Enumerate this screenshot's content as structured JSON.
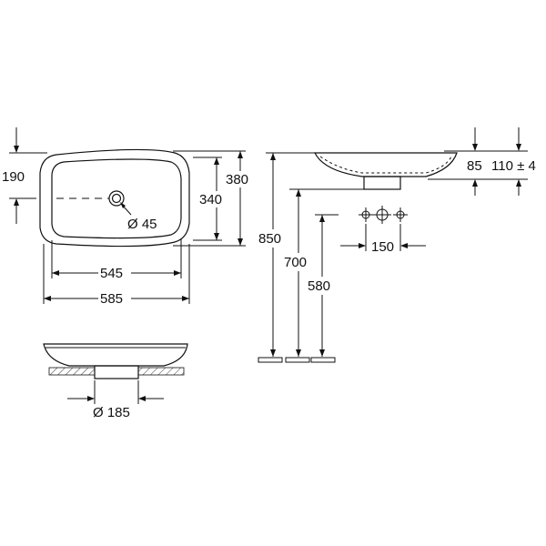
{
  "dimensions": {
    "top_view": {
      "offset_left": "190",
      "outer_height": "380",
      "inner_height": "340",
      "tap_hole": "Ø 45",
      "inner_width": "545",
      "outer_width": "585"
    },
    "side_view": {
      "height_total": "85",
      "rim_height": "110 ± 4",
      "install_850": "850",
      "install_700": "700",
      "install_580": "580",
      "tap_spacing": "150"
    },
    "front_view": {
      "waste_diameter": "Ø 185"
    }
  }
}
